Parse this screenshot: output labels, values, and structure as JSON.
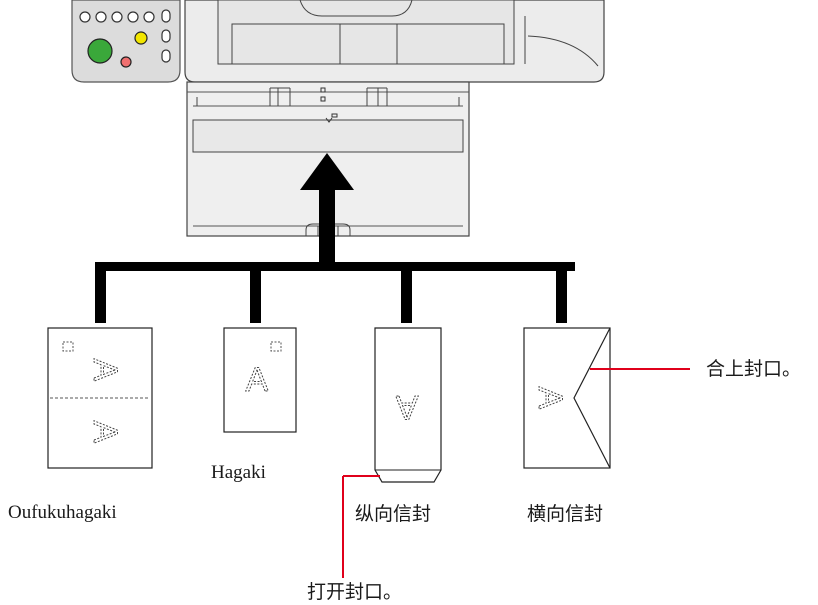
{
  "labels": {
    "oufukuhagaki": "Oufukuhagaki",
    "hagaki": "Hagaki",
    "portrait_envelope": "纵向信封",
    "landscape_envelope": "横向信封",
    "close_flap": "合上封口。",
    "open_flap": "打开封口。"
  },
  "glyphs": {
    "media_letter": "A"
  },
  "colors": {
    "line": "#000000",
    "callout": "#e0001b",
    "panel_green": "#3aa83a",
    "panel_yellow": "#f2e600",
    "panel_red": "#f07070",
    "printer_body": "#ececec"
  }
}
